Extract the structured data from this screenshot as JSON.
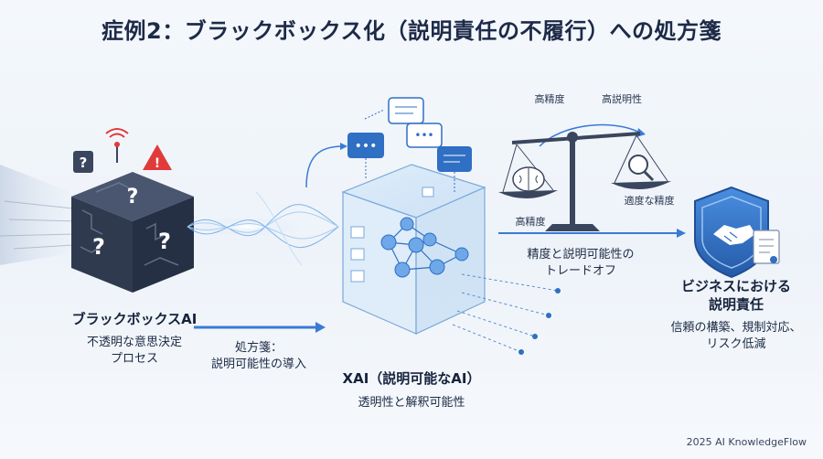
{
  "title": "症例2：ブラックボックス化（説明責任の不履行）への処方箋",
  "blackbox": {
    "title": "ブラックボックスAI",
    "desc_line1": "不透明な意思決定",
    "desc_line2": "プロセス"
  },
  "remedy": {
    "line1": "処方箋：",
    "line2": "説明可能性の導入"
  },
  "xai": {
    "title": "XAI（説明可能なAI）",
    "desc": "透明性と解釈可能性"
  },
  "scale": {
    "top_left": "高精度",
    "top_right": "高説明性",
    "left_pan": "高精度",
    "right_pan": "適度な精度",
    "caption_line1": "精度と説明可能性の",
    "caption_line2": "トレードオフ"
  },
  "business": {
    "title_line1": "ビジネスにおける",
    "title_line2": "説明責任",
    "desc_line1": "信頼の構築、規制対応、",
    "desc_line2": "リスク低減"
  },
  "footer": "2025 AI KnowledgeFlow",
  "colors": {
    "accent": "#3a7bd5",
    "dark_cube": "#2f3a4f",
    "warning": "#e03a3a",
    "shield": "#2f6fc4"
  },
  "icons": [
    "question-icon",
    "warning-icon",
    "signal-icon",
    "chat-bubble-icon",
    "brain-icon",
    "magnifier-icon",
    "shield-icon",
    "handshake-icon",
    "document-icon"
  ]
}
